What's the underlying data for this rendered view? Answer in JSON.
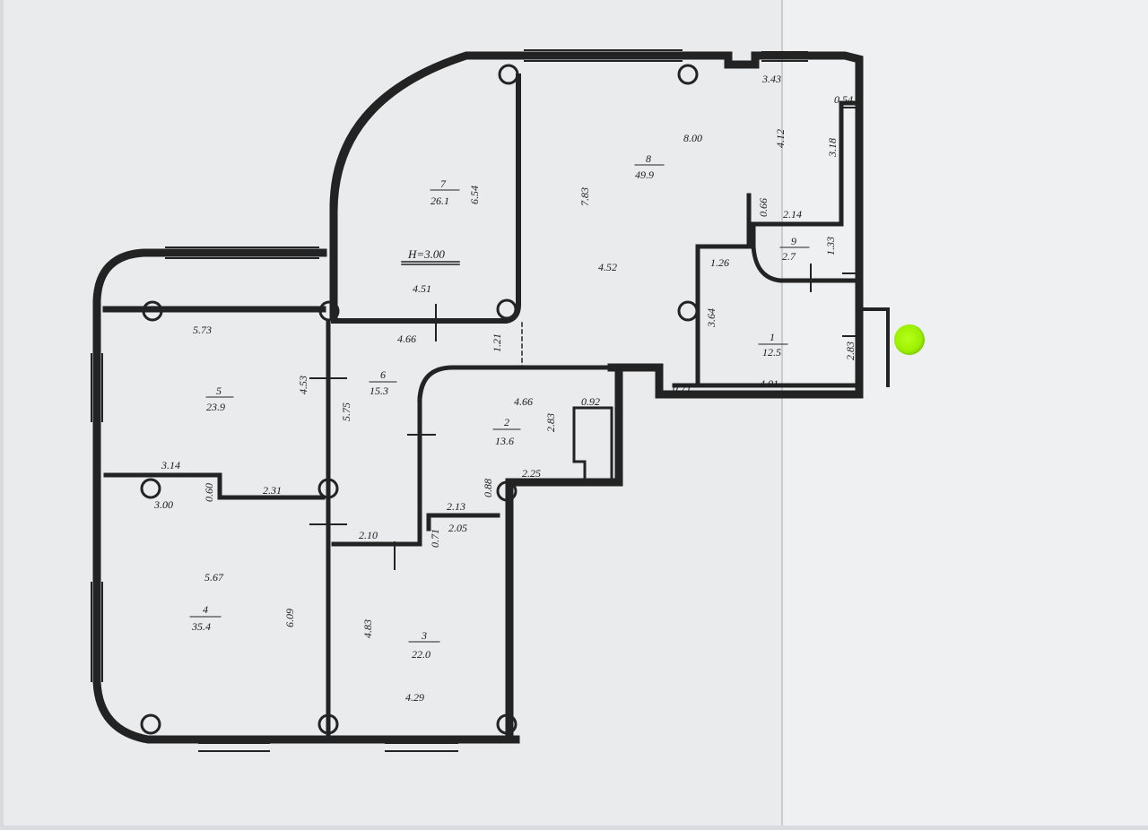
{
  "plan": {
    "height_label": "H=3.00",
    "colors": {
      "wall": "#232323",
      "paper": "#eceef0",
      "paper_shadow": "#cfd2d6",
      "cursor": "#a6f200"
    },
    "rooms": [
      {
        "number": "1",
        "area": "12.5"
      },
      {
        "number": "2",
        "area": "13.6"
      },
      {
        "number": "3",
        "area": "22.0"
      },
      {
        "number": "4",
        "area": "35.4"
      },
      {
        "number": "5",
        "area": "23.9"
      },
      {
        "number": "6",
        "area": "15.3"
      },
      {
        "number": "7",
        "area": "26.1"
      },
      {
        "number": "8",
        "area": "49.9"
      },
      {
        "number": "9",
        "area": "2.7"
      }
    ],
    "dimensions": [
      "3.43",
      "0.54",
      "8.00",
      "4.12",
      "3.18",
      "6.54",
      "7.83",
      "0.66",
      "2.14",
      "1.33",
      "1.26",
      "4.51",
      "4.52",
      "3.64",
      "4.66",
      "1.21",
      "4.53",
      "5.73",
      "5.75",
      "2.83",
      "4.01",
      "0.71",
      "4.66",
      "0.92",
      "2.83",
      "3.14",
      "0.60",
      "2.31",
      "3.00",
      "2.25",
      "0.88",
      "2.13",
      "2.10",
      "0.71",
      "2.05",
      "5.67",
      "6.09",
      "4.83",
      "4.29"
    ]
  }
}
